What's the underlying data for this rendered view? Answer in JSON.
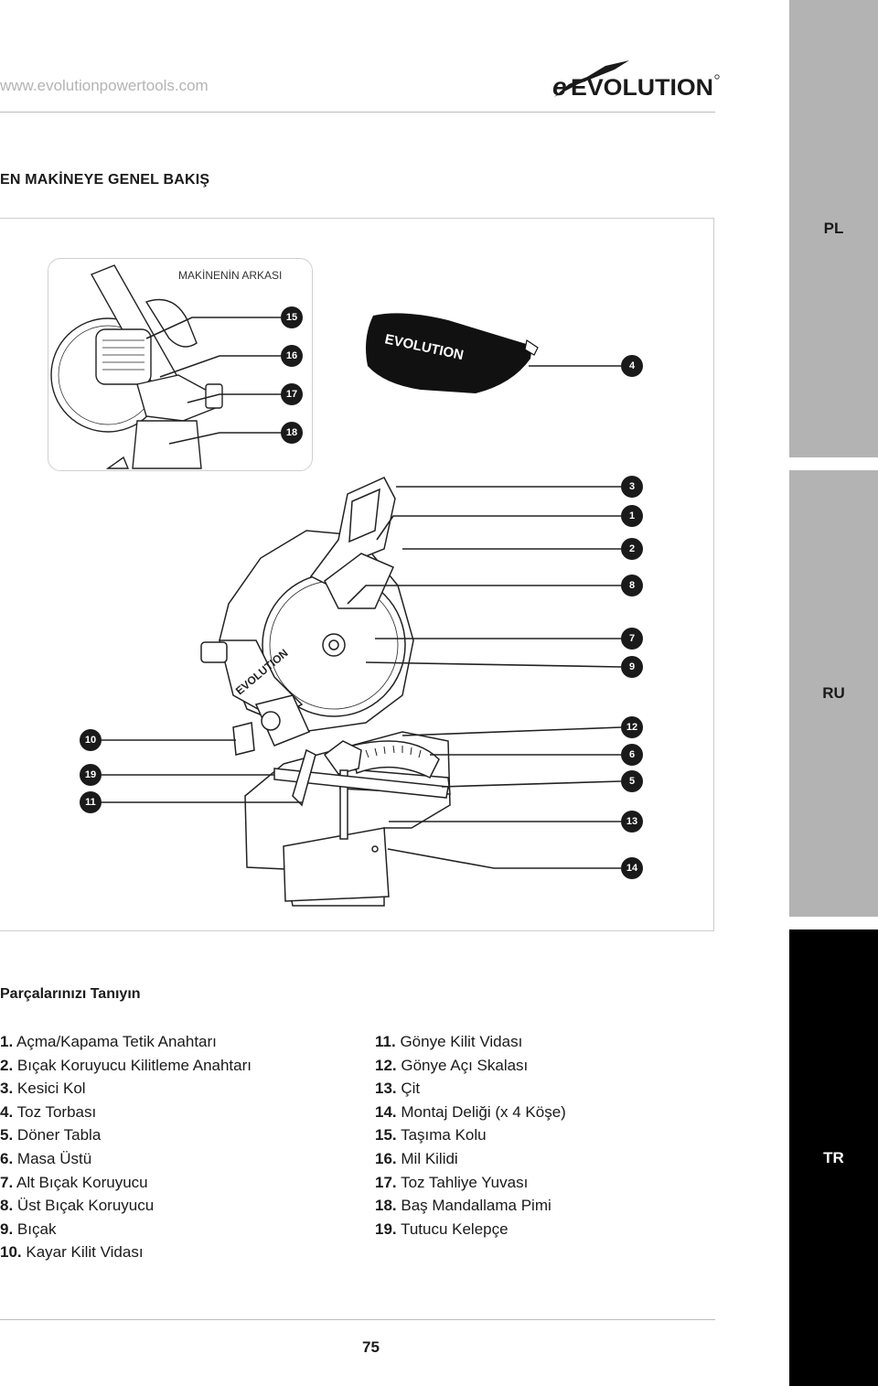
{
  "header": {
    "url": "www.evolutionpowertools.com",
    "logo_text": "EVOLUTION"
  },
  "section_title": "EN MAKİNEYE GENEL BAKIŞ",
  "figure": {
    "inset_title": "MAKİNENİN ARKASI",
    "bag_logo_text": "EVOLUTION",
    "callouts": [
      "15",
      "16",
      "17",
      "18",
      "4",
      "3",
      "1",
      "2",
      "8",
      "7",
      "9",
      "12",
      "6",
      "5",
      "13",
      "14",
      "10",
      "19",
      "11"
    ]
  },
  "parts_title": "Parçalarınızı Tanıyın",
  "parts_left": [
    {
      "num": "1.",
      "label": "Açma/Kapama Tetik Anahtarı"
    },
    {
      "num": "2.",
      "label": "Bıçak Koruyucu Kilitleme Anahtarı"
    },
    {
      "num": "3.",
      "label": "Kesici Kol"
    },
    {
      "num": "4.",
      "label": "Toz Torbası"
    },
    {
      "num": "5.",
      "label": "Döner Tabla"
    },
    {
      "num": "6.",
      "label": "Masa Üstü"
    },
    {
      "num": "7.",
      "label": "Alt Bıçak Koruyucu"
    },
    {
      "num": "8.",
      "label": "Üst Bıçak Koruyucu"
    },
    {
      "num": "9.",
      "label": "Bıçak"
    },
    {
      "num": "10.",
      "label": "Kayar Kilit Vidası"
    }
  ],
  "parts_right": [
    {
      "num": "11.",
      "label": "Gönye Kilit Vidası"
    },
    {
      "num": "12.",
      "label": "Gönye Açı Skalası"
    },
    {
      "num": "13.",
      "label": "Çit"
    },
    {
      "num": "14.",
      "label": "Montaj Deliği (x 4 Köşe)"
    },
    {
      "num": "15.",
      "label": "Taşıma Kolu"
    },
    {
      "num": "16.",
      "label": "Mil Kilidi"
    },
    {
      "num": "17.",
      "label": "Toz Tahliye Yuvası"
    },
    {
      "num": "18.",
      "label": "Baş Mandallama Pimi"
    },
    {
      "num": "19.",
      "label": "Tutucu Kelepçe"
    }
  ],
  "page_number": "75",
  "language_tabs": {
    "pl": "PL",
    "ru": "RU",
    "tr": "TR"
  }
}
